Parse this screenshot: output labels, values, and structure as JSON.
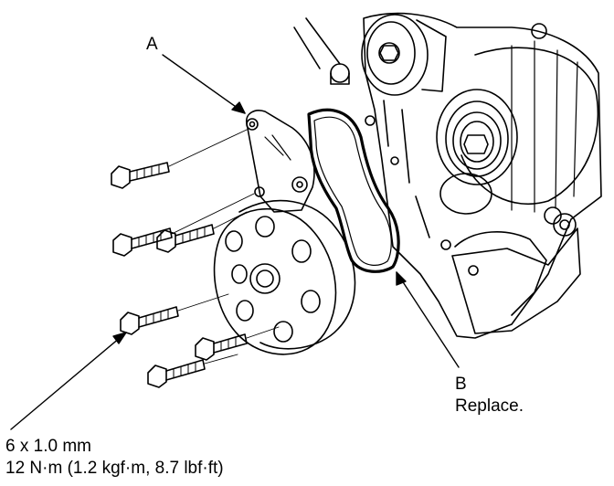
{
  "callouts": {
    "a": {
      "letter": "A"
    },
    "b": {
      "letter": "B",
      "note": "Replace."
    }
  },
  "torque": {
    "bolt_size": "6 x 1.0 mm",
    "value": "12 N·m (1.2 kgf·m, 8.7 lbf·ft)"
  },
  "colors": {
    "ink": "#000000",
    "paper": "#ffffff"
  }
}
